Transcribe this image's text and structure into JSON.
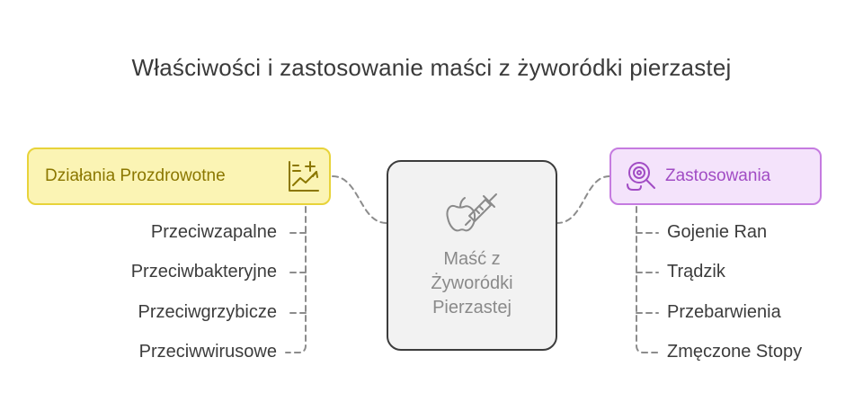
{
  "title": "Właściwości i zastosowanie maści z żyworódki pierzastej",
  "center": {
    "lines": [
      "Maść z",
      "Żyworódki",
      "Pierzastej"
    ],
    "icon": "apple-syringe-icon"
  },
  "left": {
    "label": "Działania Prozdrowotne",
    "icon": "chart-plus-icon",
    "items": [
      "Przeciwzapalne",
      "Przeciwbakteryjne",
      "Przeciwgrzybicze",
      "Przeciwwirusowe"
    ]
  },
  "right": {
    "label": "Zastosowania",
    "icon": "magnifier-gear-icon",
    "items": [
      "Gojenie Ran",
      "Trądzik",
      "Przebarwienia",
      "Zmęczone Stopy"
    ]
  },
  "colors": {
    "left_fill": "#fbf4b4",
    "left_border": "#e8d33a",
    "left_text": "#8b7700",
    "right_fill": "#f4e3fb",
    "right_border": "#c57be0",
    "right_text": "#a14cc4",
    "center_fill": "#f2f2f2",
    "center_border": "#3c3c3c",
    "connector": "#8c8c8c"
  }
}
